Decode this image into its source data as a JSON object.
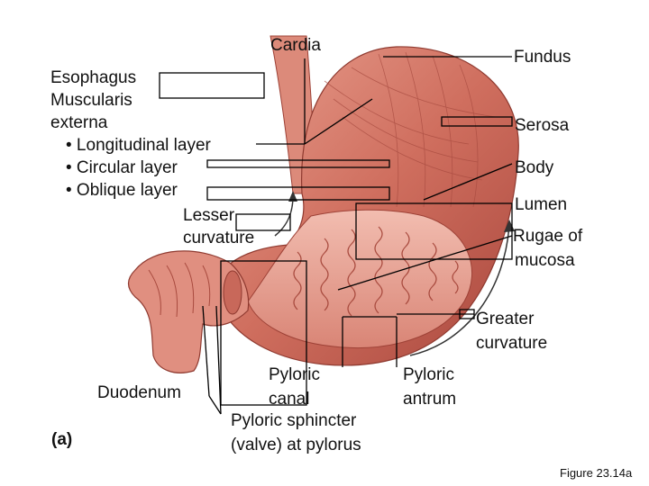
{
  "labels": {
    "cardia": "Cardia",
    "fundus": "Fundus",
    "esophagus": "Esophagus",
    "muscularis": "Muscularis",
    "externa": "externa",
    "longitudinal": "• Longitudinal layer",
    "circular": "• Circular layer",
    "oblique": "• Oblique layer",
    "lesser": "Lesser",
    "curvature1": "curvature",
    "serosa": "Serosa",
    "body": "Body",
    "lumen": "Lumen",
    "rugae1": "Rugae of",
    "rugae2": "mucosa",
    "greater": "Greater",
    "curvature2": "curvature",
    "duodenum": "Duodenum",
    "pyloric_canal1": "Pyloric",
    "pyloric_canal2": "canal",
    "pyloric_antrum1": "Pyloric",
    "pyloric_antrum2": "antrum",
    "sphincter1": "Pyloric sphincter",
    "sphincter2": "(valve) at pylorus",
    "panel": "(a)",
    "figure": "Figure 23.14a"
  },
  "colors": {
    "muscle_dark": "#b5564a",
    "muscle_mid": "#d9806f",
    "muscle_light": "#efb3a4",
    "mucosa": "#e79b8c",
    "lumen_pale": "#f4d6cc",
    "leader": "#000000"
  }
}
